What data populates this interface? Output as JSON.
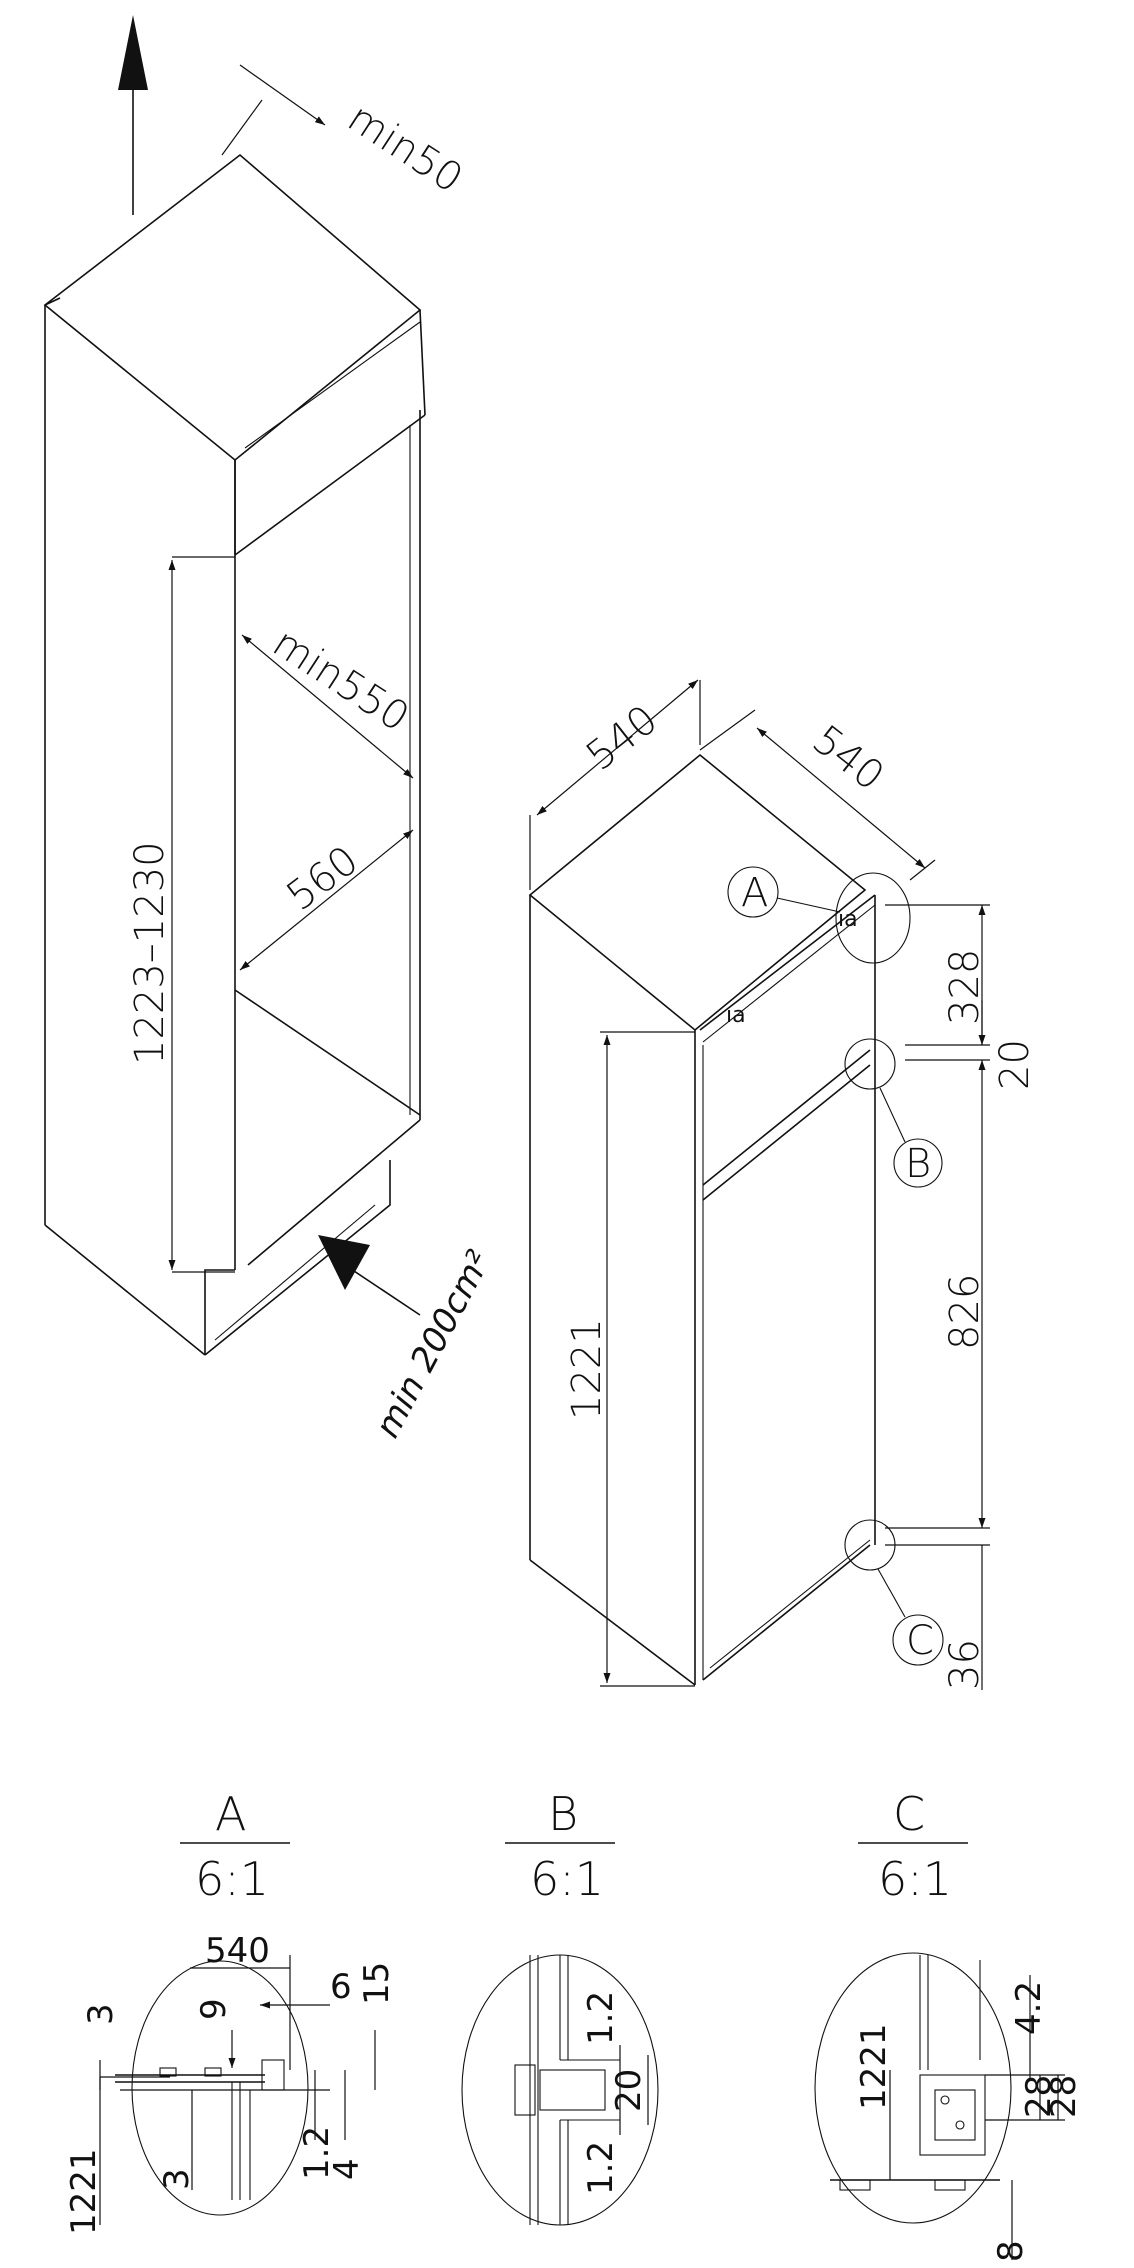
{
  "cabinet": {
    "top_clearance": "min50",
    "depth": "min550",
    "width": "560",
    "niche_height": "1223–1230",
    "ventilation": "min 200cm²"
  },
  "fridge": {
    "width": "540",
    "depth": "540",
    "height": "1221",
    "dim_top": "328",
    "dim_gap": "20",
    "dim_middle": "826",
    "dim_bottom": "36",
    "callouts": [
      "A",
      "B",
      "C"
    ]
  },
  "details": {
    "A": {
      "title": "A",
      "scale": "6:1",
      "labels": {
        "width": "540",
        "d6": "6",
        "d15": "15",
        "d9": "9",
        "d3_top": "3",
        "d3_bottom": "3",
        "d1_2": "1.2",
        "d4": "4",
        "height": "1221"
      }
    },
    "B": {
      "title": "B",
      "scale": "6:1",
      "labels": {
        "d1_2_top": "1.2",
        "d20": "20",
        "d1_2_bottom": "1.2"
      }
    },
    "C": {
      "title": "C",
      "scale": "6:1",
      "labels": {
        "height": "1221",
        "d4_2": "4.2",
        "d28_inner": "28",
        "d28_outer": "28",
        "d8": "8"
      }
    }
  }
}
